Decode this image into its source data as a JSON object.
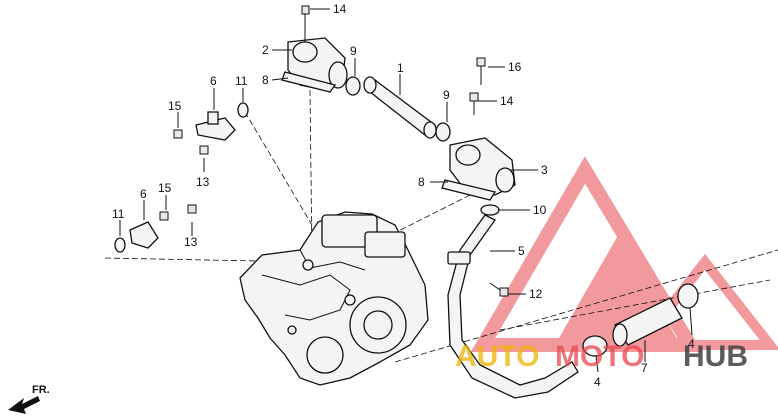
{
  "diagram": {
    "callouts": [
      {
        "id": "14a",
        "text": "14"
      },
      {
        "id": "2",
        "text": "2"
      },
      {
        "id": "8a",
        "text": "8"
      },
      {
        "id": "9a",
        "text": "9"
      },
      {
        "id": "1",
        "text": "1"
      },
      {
        "id": "16",
        "text": "16"
      },
      {
        "id": "9b",
        "text": "9"
      },
      {
        "id": "14b",
        "text": "14"
      },
      {
        "id": "6a",
        "text": "6"
      },
      {
        "id": "11a",
        "text": "11"
      },
      {
        "id": "15a",
        "text": "15"
      },
      {
        "id": "13a",
        "text": "13"
      },
      {
        "id": "3",
        "text": "3"
      },
      {
        "id": "8b",
        "text": "8"
      },
      {
        "id": "10",
        "text": "10"
      },
      {
        "id": "6b",
        "text": "6"
      },
      {
        "id": "15b",
        "text": "15"
      },
      {
        "id": "11b",
        "text": "11"
      },
      {
        "id": "13b",
        "text": "13"
      },
      {
        "id": "5",
        "text": "5"
      },
      {
        "id": "12",
        "text": "12"
      },
      {
        "id": "4a",
        "text": "4"
      },
      {
        "id": "4b",
        "text": "4"
      },
      {
        "id": "7",
        "text": "7"
      }
    ],
    "front_arrow": "FR.",
    "watermark": {
      "part1": "AUTO",
      "part2": "MOTO",
      "part3": "HUB",
      "color_primary": "#e8474f",
      "color_secondary": "#f0b400",
      "color_tertiary": "#404040"
    }
  }
}
